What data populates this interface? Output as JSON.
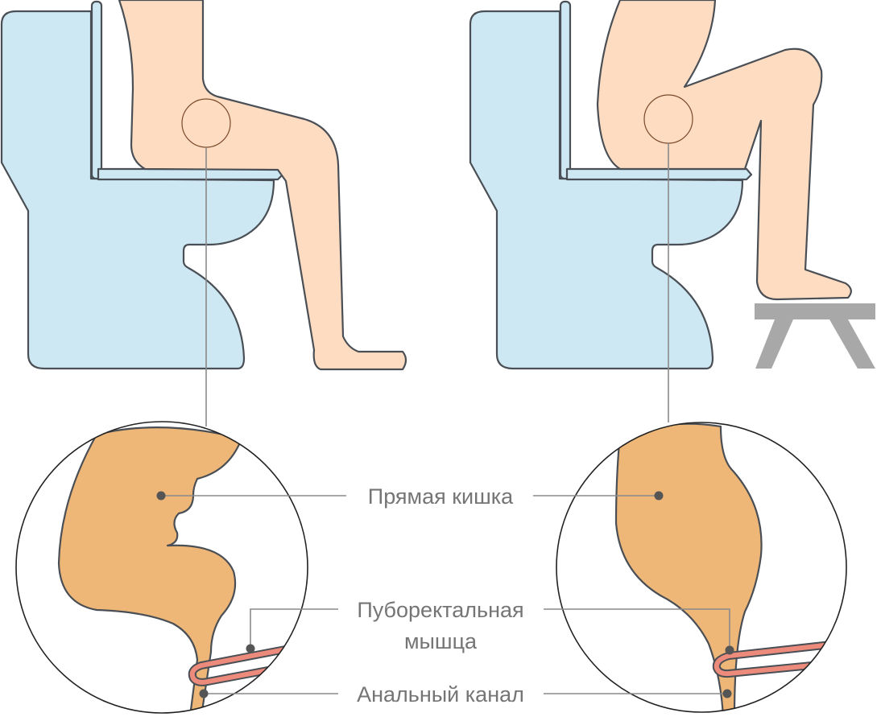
{
  "labels": {
    "rectum": "Прямая кишка",
    "puborectalis": [
      "Пуборектальная",
      "мышца"
    ],
    "anal_canal": "Анальный канал"
  },
  "colors": {
    "toilet": "#cde7f3",
    "skin": "#fddcc2",
    "rectum": "#eeb677",
    "muscle": "#ec8b7b",
    "stool": "#a8a8a8",
    "outline": "#4a4f55",
    "label": "#757575"
  }
}
